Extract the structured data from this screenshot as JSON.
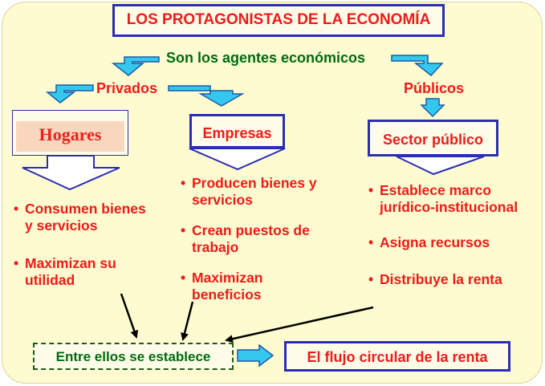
{
  "title": "LOS PROTAGONISTAS DE LA ECONOMÍA",
  "subtitle": "Son los agentes económicos",
  "branches": {
    "private": "Privados",
    "public": "Públicos"
  },
  "agents": {
    "households": {
      "label": "Hogares",
      "items": [
        "Consumen bienes\ny servicios",
        "Maximizan su\nutilidad"
      ]
    },
    "firms": {
      "label": "Empresas",
      "items": [
        "Producen bienes y\nservicios",
        "Crean puestos de\ntrabajo",
        "Maximizan\nbeneficios"
      ]
    },
    "public_sector": {
      "label": "Sector público",
      "items": [
        "Establece marco\njurídico-institucional",
        "Asigna recursos",
        "Distribuye la renta"
      ]
    }
  },
  "bottom": {
    "relation": "Entre ellos se establece",
    "result": "El flujo circular de la renta"
  },
  "bullet_symbol": "•",
  "colors": {
    "background": "#fdfbcf",
    "text_red": "#ee1b1b",
    "text_green": "#006a13",
    "frame_blue": "#2a2eb3",
    "arrow_cyan": "#35c8ef",
    "hogares_fill": "#f9d6be"
  }
}
